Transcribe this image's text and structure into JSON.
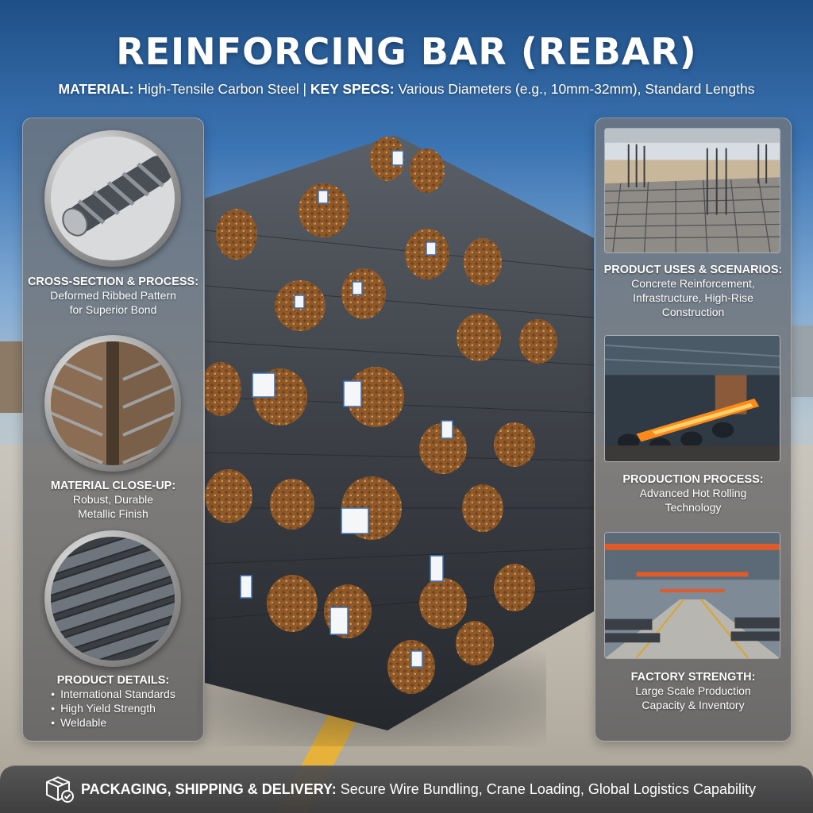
{
  "header": {
    "title": "REINFORCING BAR (REBAR)",
    "material_label": "MATERIAL:",
    "material_value": "High-Tensile Carbon Steel |",
    "specs_label": "KEY SPECS:",
    "specs_value": "Various Diameters (e.g., 10mm-32mm), Standard Lengths"
  },
  "left_panel": {
    "cross_section": {
      "heading": "CROSS-SECTION & PROCESS:",
      "line1": "Deformed Ribbed Pattern",
      "line2": "for Superior Bond"
    },
    "material": {
      "heading": "MATERIAL CLOSE-UP:",
      "line1": "Robust, Durable",
      "line2": "Metallic Finish"
    },
    "details": {
      "heading": "PRODUCT DETAILS:",
      "bullets": [
        "International Standards",
        "High Yield Strength",
        "Weldable"
      ]
    }
  },
  "right_panel": {
    "uses": {
      "heading": "PRODUCT USES & SCENARIOS:",
      "line1": "Concrete Reinforcement,",
      "line2": "Infrastructure, High-Rise",
      "line3": "Construction"
    },
    "production": {
      "heading": "PRODUCTION PROCESS:",
      "line1": "Advanced Hot Rolling",
      "line2": "Technology"
    },
    "factory": {
      "heading": "FACTORY STRENGTH:",
      "line1": "Large Scale Production",
      "line2": "Capacity & Inventory"
    }
  },
  "footer": {
    "label": "PACKAGING, SHIPPING & DELIVERY:",
    "value": "Secure Wire Bundling, Crane Loading, Global Logistics Capability"
  },
  "icons": {
    "footer_icon": "package-check-icon"
  },
  "colors": {
    "accent_yellow": "#f0b62f",
    "steel_dark": "#3c4046",
    "rust": "#a5672e",
    "panel_grey": "#6e6e70",
    "hot_steel": "#ff8a1c"
  }
}
